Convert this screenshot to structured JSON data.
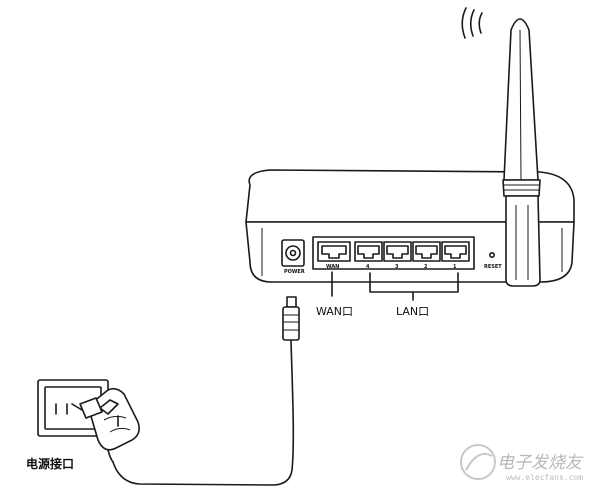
{
  "labels": {
    "wan": "WAN口",
    "lan": "LAN口",
    "power_socket": "电源接口"
  },
  "panel": {
    "power": "POWER",
    "wan_port": "WAN",
    "lan_ports": [
      "4",
      "3",
      "2",
      "1"
    ],
    "reset": "RESET"
  },
  "watermark": {
    "text": "电子发烧友",
    "url": "www.elecfans.com"
  },
  "icons": [
    "wifi-signal-icon",
    "antenna-icon",
    "router-icon",
    "power-adapter-icon",
    "wall-socket-icon"
  ]
}
